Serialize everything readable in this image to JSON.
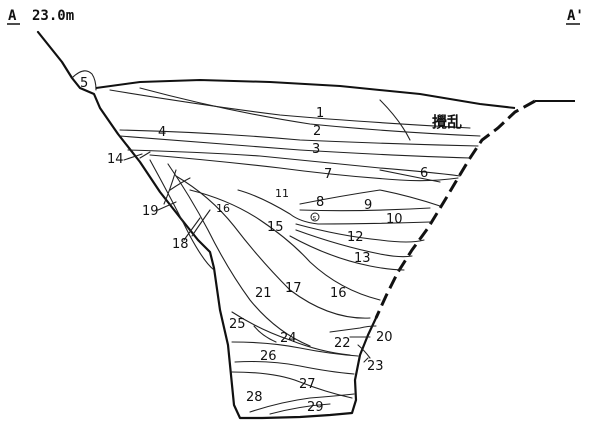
{
  "header": {
    "section_start": "A",
    "elevation": "23.0m",
    "section_end": "A'"
  },
  "disturbed_label": "攪乱",
  "layers": [
    "1",
    "2",
    "3",
    "4",
    "5",
    "6",
    "7",
    "8",
    "9",
    "10",
    "11",
    "12",
    "13",
    "14",
    "15",
    "16",
    "16",
    "17",
    "18",
    "19",
    "20",
    "21",
    "22",
    "23",
    "24",
    "25",
    "26",
    "27",
    "28",
    "29"
  ],
  "small_marker": "s"
}
